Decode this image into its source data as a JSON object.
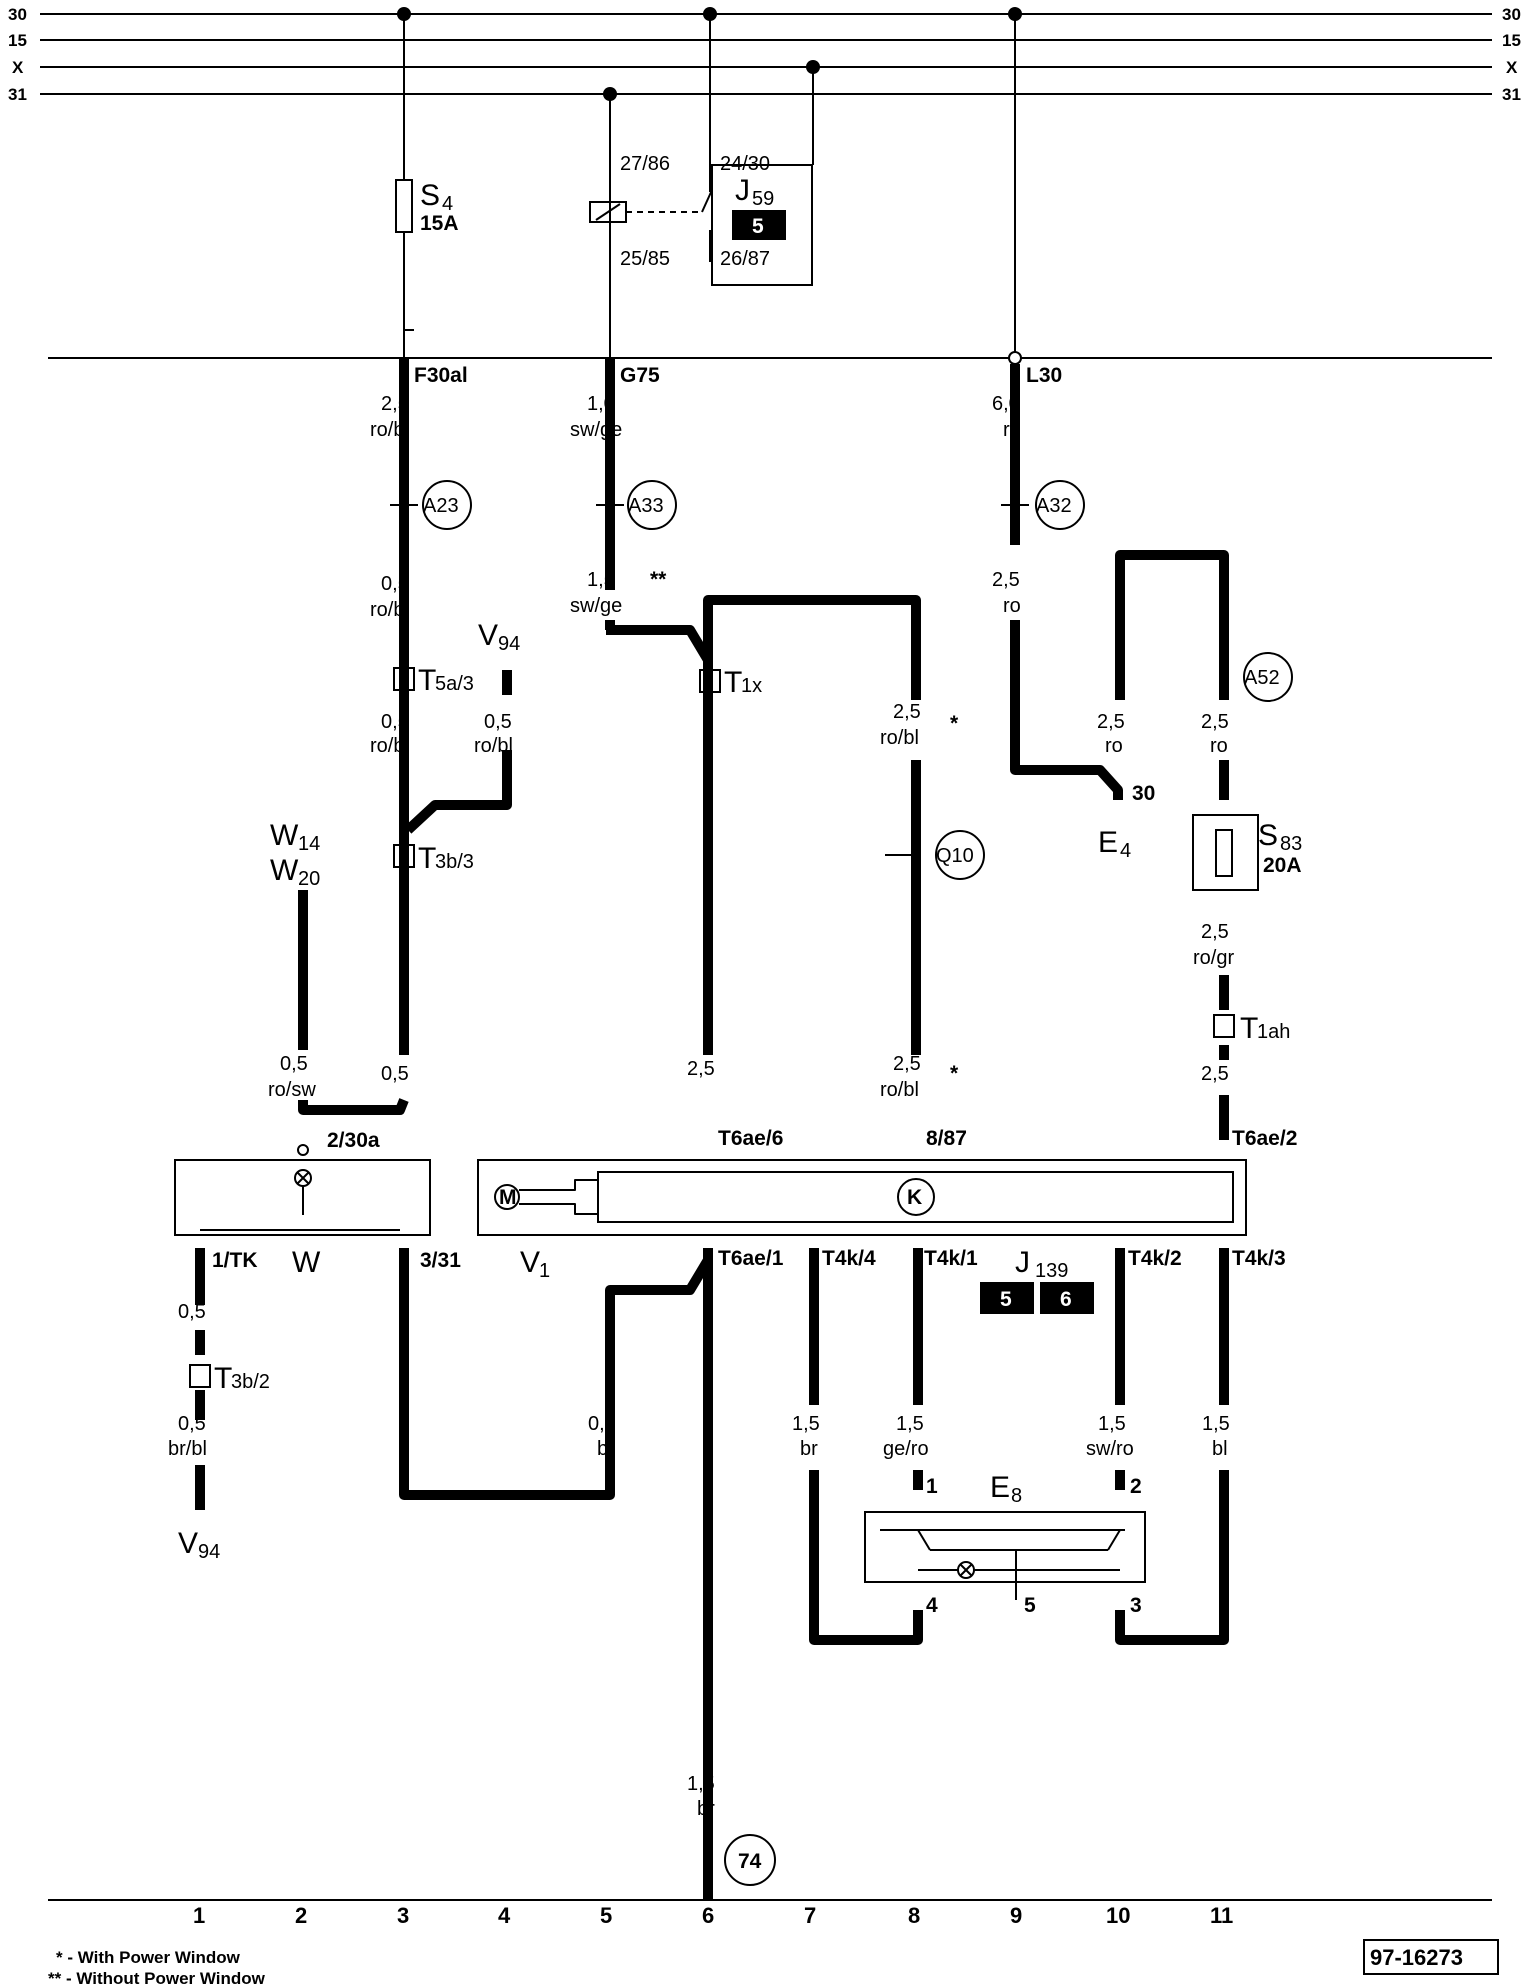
{
  "bus": {
    "rails": [
      "30",
      "15",
      "X",
      "31"
    ]
  },
  "fuse_strip": {
    "pins": [
      "F30al",
      "G75",
      "L30"
    ]
  },
  "components": {
    "s4": {
      "name": "S",
      "sub": "4",
      "rating": "15A"
    },
    "j59": {
      "name": "J",
      "sub": "59",
      "badge": "5",
      "pins": [
        "27/86",
        "24/30",
        "25/85",
        "26/87"
      ]
    },
    "s83": {
      "name": "S",
      "sub": "83",
      "rating": "20A"
    },
    "e4": {
      "name": "E",
      "sub": "4",
      "pin": "30"
    },
    "w": {
      "name": "W",
      "pins": [
        "2/30a",
        "1/TK",
        "3/31"
      ]
    },
    "w14": {
      "name": "W",
      "sub": "14"
    },
    "w20": {
      "name": "W",
      "sub": "20"
    },
    "v94_top": {
      "name": "V",
      "sub": "94"
    },
    "v94_bottom": {
      "name": "V",
      "sub": "94"
    },
    "v1": {
      "name": "V",
      "sub": "1",
      "motor_symbol": "M"
    },
    "j139": {
      "name": "J",
      "sub": "139",
      "badges": [
        "5",
        "6"
      ],
      "relay_symbol": "K"
    },
    "e8": {
      "name": "E",
      "sub": "8",
      "pins": [
        "1",
        "2",
        "4",
        "5",
        "3"
      ]
    }
  },
  "connectors": [
    {
      "name": "T",
      "sub": "5a/3"
    },
    {
      "name": "T",
      "sub": "3b/3"
    },
    {
      "name": "T",
      "sub": "1x"
    },
    {
      "name": "T",
      "sub": "1ah"
    },
    {
      "name": "T",
      "sub": "3b/2"
    }
  ],
  "pin_labels": [
    "T6ae/6",
    "8/87",
    "T6ae/2",
    "T6ae/1",
    "T4k/4",
    "T4k/1",
    "T4k/2",
    "T4k/3"
  ],
  "ground_points": [
    "A23",
    "A33",
    "A32",
    "A52",
    "Q10"
  ],
  "ground_bottom": "74",
  "wire_labels": [
    {
      "size": "2,5",
      "color": "ro/bl"
    },
    {
      "size": "1,0",
      "color": "sw/ge"
    },
    {
      "size": "6,0",
      "color": "ro"
    },
    {
      "size": "0,5",
      "color": "ro/bl"
    },
    {
      "size": "1,5",
      "color": "sw/ge",
      "mark": "**"
    },
    {
      "size": "2,5",
      "color": "ro"
    },
    {
      "size": "0,5",
      "color": "ro/bl"
    },
    {
      "size": "0,5",
      "color": "ro/bl"
    },
    {
      "size": "2,5",
      "color": "ro/bl",
      "mark": "*"
    },
    {
      "size": "2,5",
      "color": "ro"
    },
    {
      "size": "2,5",
      "color": "ro"
    },
    {
      "size": "2,5",
      "color": "ro/gr"
    },
    {
      "size": "0,5",
      "color": "ro/sw"
    },
    {
      "size": "0,5",
      "color": ""
    },
    {
      "size": "2,5",
      "color": ""
    },
    {
      "size": "2,5",
      "color": "ro/bl",
      "mark": "*"
    },
    {
      "size": "2,5",
      "color": ""
    },
    {
      "size": "0,5",
      "color": ""
    },
    {
      "size": "0,5",
      "color": "br/bl"
    },
    {
      "size": "0,5",
      "color": "br"
    },
    {
      "size": "1,5",
      "color": "br"
    },
    {
      "size": "1,5",
      "color": "ge/ro"
    },
    {
      "size": "1,5",
      "color": "sw/ro"
    },
    {
      "size": "1,5",
      "color": "bl"
    },
    {
      "size": "1,5",
      "color": "br"
    }
  ],
  "columns": [
    "1",
    "2",
    "3",
    "4",
    "5",
    "6",
    "7",
    "8",
    "9",
    "10",
    "11"
  ],
  "footnotes": [
    "* - With Power Window",
    "** - Without Power Window"
  ],
  "figure_id": "97-16273"
}
